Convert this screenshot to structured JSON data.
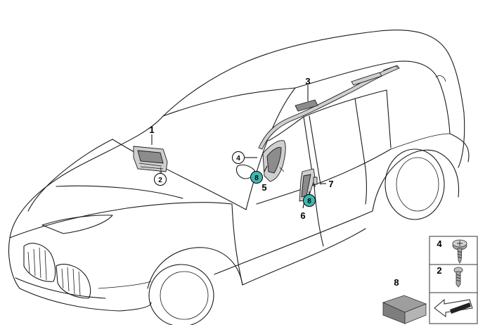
{
  "callouts": [
    {
      "id": "1",
      "label": "1",
      "style": "plain"
    },
    {
      "id": "2",
      "label": "2",
      "style": "circle"
    },
    {
      "id": "3",
      "label": "3",
      "style": "plain"
    },
    {
      "id": "4",
      "label": "4",
      "style": "circle"
    },
    {
      "id": "5",
      "label": "5",
      "style": "plain"
    },
    {
      "id": "6",
      "label": "6",
      "style": "plain"
    },
    {
      "id": "7",
      "label": "7",
      "style": "plain"
    },
    {
      "id": "8a",
      "label": "8",
      "style": "teal-circle"
    },
    {
      "id": "8b",
      "label": "8",
      "style": "teal-circle"
    },
    {
      "id": "8c",
      "label": "8",
      "style": "plain"
    }
  ],
  "legend": [
    {
      "label": "4",
      "icon": "screw-icon"
    },
    {
      "label": "2",
      "icon": "bolt-icon"
    },
    {
      "label": "",
      "icon": "arrow-icon"
    }
  ],
  "colors": {
    "highlight": "#3fb8b0",
    "part_fill": "#cfcfcf",
    "line": "#1a1a1a"
  }
}
